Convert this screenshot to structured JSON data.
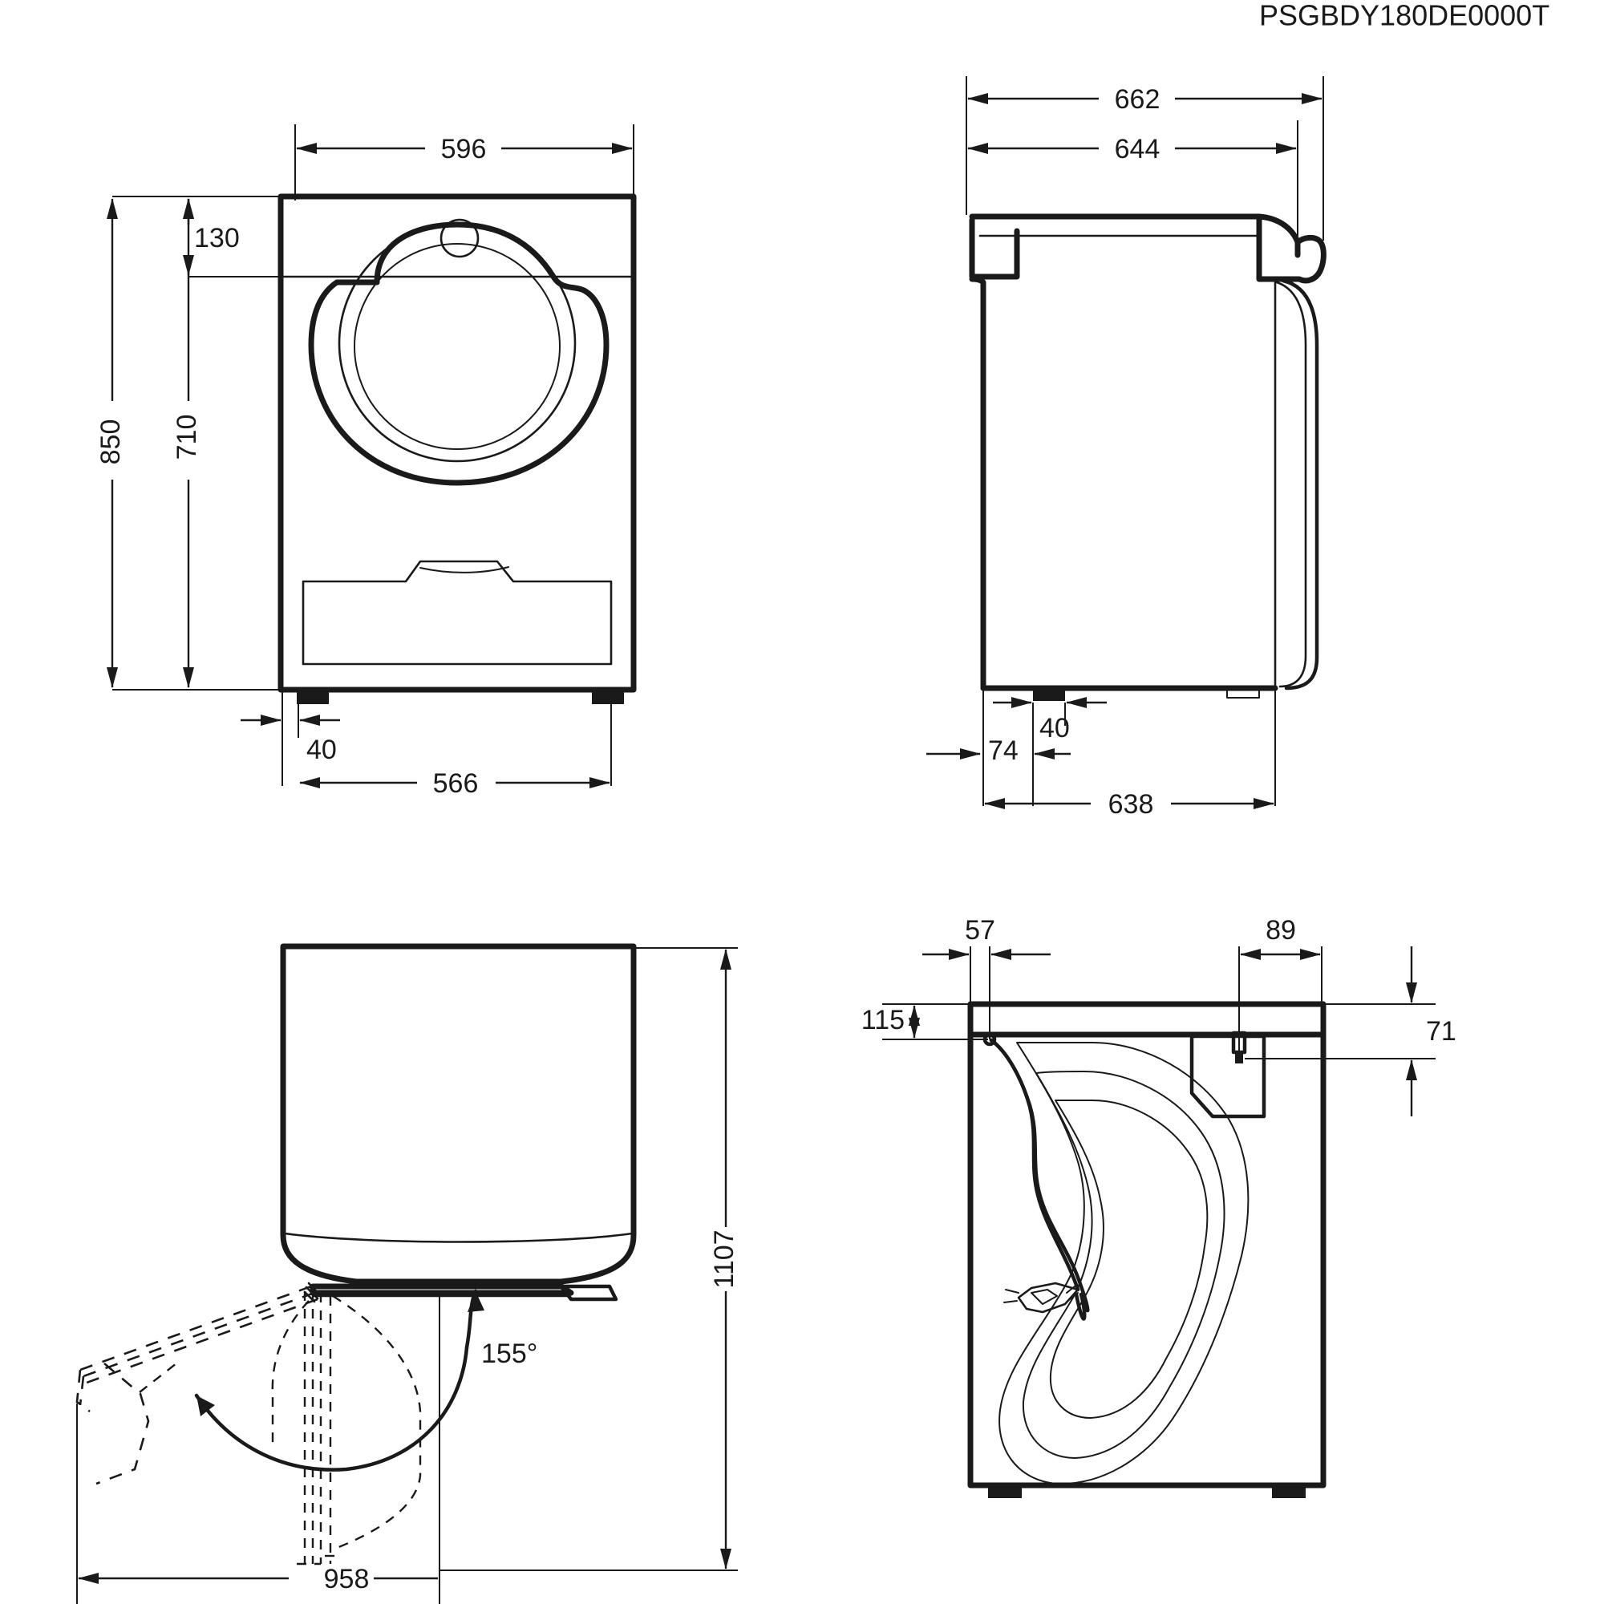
{
  "document": {
    "code": "PSGBDY180DE0000T",
    "product_type": "tumble-dryer-dimension-drawing",
    "unit": "mm"
  },
  "views": {
    "front": {
      "name": "front-view",
      "dimensions": {
        "width_cabinet": "596",
        "height_total": "850",
        "height_to_door_top": "710",
        "height_control_panel": "130",
        "foot_inset": "40",
        "width_between_feet": "566"
      }
    },
    "side": {
      "name": "side-view",
      "dimensions": {
        "depth_with_door": "662",
        "depth_cabinet": "644",
        "depth_base": "638",
        "foot_inset_front": "74",
        "foot_width": "40"
      }
    },
    "top": {
      "name": "top-view-door-open",
      "dimensions": {
        "depth_with_door_open": "1107",
        "width_with_door_open": "958",
        "door_opening_angle": "155°"
      }
    },
    "rear": {
      "name": "rear-view",
      "dimensions": {
        "cord_inset_left": "57",
        "vent_inset_right": "89",
        "cord_height_from_top": "115",
        "vent_height_from_top": "71"
      }
    }
  },
  "labels": {
    "d596": "596",
    "d850": "850",
    "d710": "710",
    "d130": "130",
    "d40_front": "40",
    "d566": "566",
    "d662": "662",
    "d644": "644",
    "d638": "638",
    "d74": "74",
    "d40_side": "40",
    "d1107": "1107",
    "d958": "958",
    "d155": "155°",
    "d57": "57",
    "d89": "89",
    "d115": "115",
    "d71": "71"
  }
}
